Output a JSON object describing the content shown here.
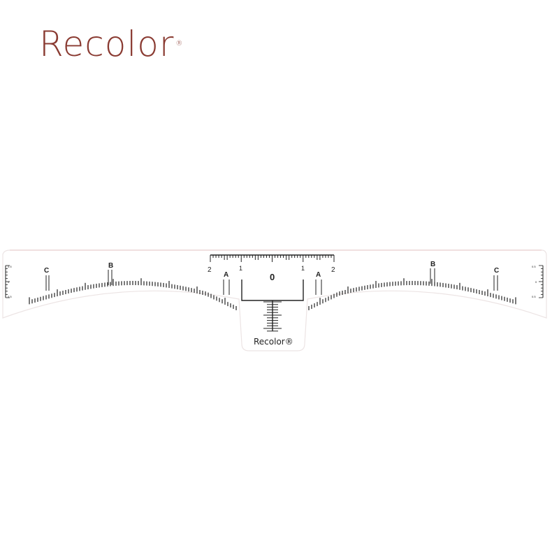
{
  "brand": {
    "name": "Recolor",
    "mark": "®"
  },
  "ruler": {
    "center_label": "0",
    "top_scale_labels": [
      "2",
      "1",
      "1",
      "2"
    ],
    "point_labels": [
      "C",
      "B",
      "A",
      "A",
      "B",
      "C"
    ],
    "side_scale_labels": [
      "0.5",
      "0",
      "0.5"
    ],
    "tab_brand": "Recolor®",
    "colors": {
      "ink": "#222222",
      "brand": "#8a3b32",
      "edge": "#e8dada"
    }
  }
}
